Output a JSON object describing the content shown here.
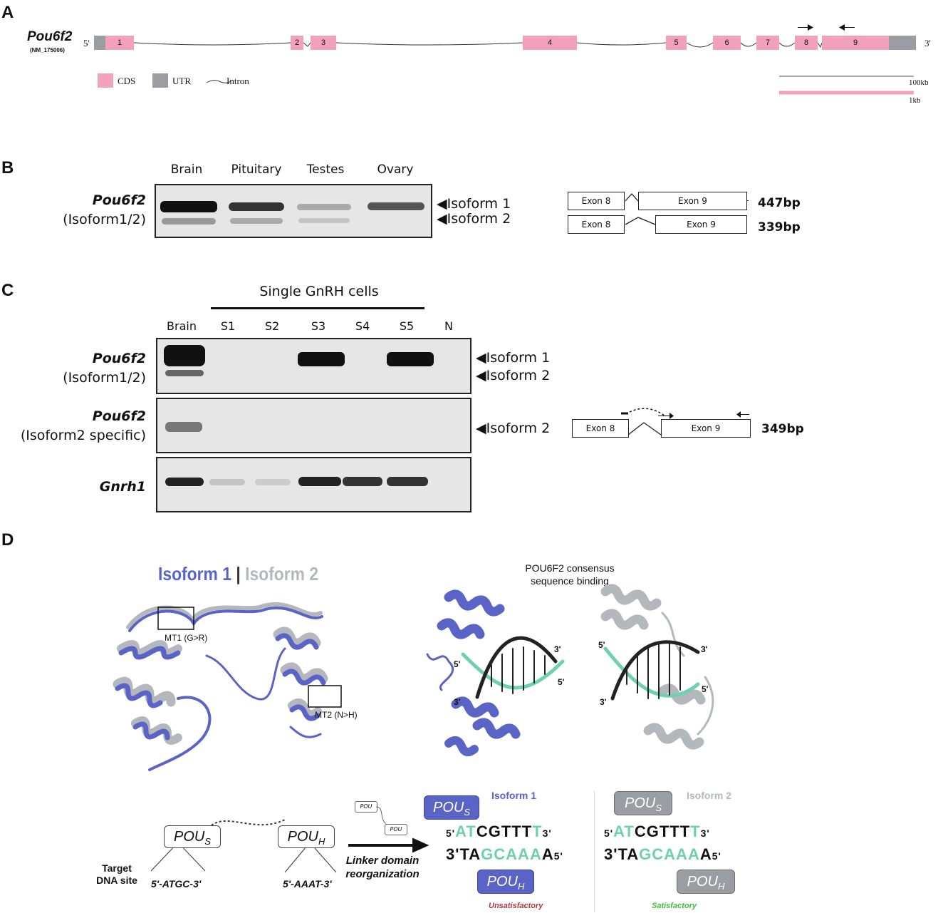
{
  "panels": {
    "a": "A",
    "b": "B",
    "c": "C",
    "d": "D"
  },
  "panel_a": {
    "gene": "Pou6f2",
    "accession": "(NM_175006)",
    "five_prime": "5'",
    "three_prime": "3'",
    "exons": [
      "1",
      "2",
      "3",
      "4",
      "5",
      "6",
      "7",
      "8",
      "9"
    ],
    "legend": {
      "cds": "CDS",
      "utr": "UTR",
      "intron": "Intron"
    },
    "scale_100kb": "100kb",
    "scale_1kb": "1kb",
    "colors": {
      "cds": "#f2a1bd",
      "utr": "#9a9ea2"
    }
  },
  "panel_b": {
    "lanes": [
      "Brain",
      "Pituitary",
      "Testes",
      "Ovary"
    ],
    "row_gene": "Pou6f2",
    "row_sub": "(Isoform1/2)",
    "isoform1": "Isoform 1",
    "isoform2": "Isoform 2",
    "exon8": "Exon 8",
    "exon9": "Exon 9",
    "bp1": "447bp",
    "bp2": "339bp"
  },
  "panel_c": {
    "group_title": "Single GnRH cells",
    "lanes": [
      "Brain",
      "S1",
      "S2",
      "S3",
      "S4",
      "S5",
      "N"
    ],
    "row1_gene": "Pou6f2",
    "row1_sub": "(Isoform1/2)",
    "row2_gene": "Pou6f2",
    "row2_sub": "(Isoform2 specific)",
    "row3_gene": "Gnrh1",
    "isoform1": "Isoform 1",
    "isoform2": "Isoform 2",
    "isoform2_specific": "Isoform 2",
    "exon8": "Exon 8",
    "exon9": "Exon 9",
    "bp": "349bp"
  },
  "panel_d": {
    "legend_iso1": "Isoform 1",
    "legend_sep": "|",
    "legend_iso2": "Isoform 2",
    "mt1": "MT1 (G>R)",
    "mt2": "MT2 (N>H)",
    "consensus": "POU6F2 consensus sequence binding",
    "dna_5": "5'",
    "dna_3": "3'",
    "pou_s_base": "POU",
    "pou_s_sub": "S",
    "pou_h_base": "POU",
    "pou_h_sub": "H",
    "target_line1": "Target",
    "target_line2": "DNA site",
    "site_s": "5'-ATGC-3'",
    "site_h": "5'-AAAT-3'",
    "linker_line1": "Linker domain",
    "linker_line2": "reorganization",
    "iso1_title": "Isoform 1",
    "iso2_title": "Isoform 2",
    "top_seq_prefix": "5'",
    "top_seq_green1": "AT",
    "top_seq_mid": "CGTTT",
    "top_seq_green2": "T",
    "top_seq_suffix": "3'",
    "bot_seq_prefix": "3'TA",
    "bot_seq_green": "GCAAA",
    "bot_seq_mid": "A",
    "bot_seq_suffix": "5'",
    "verdict1": "Unsatisfactory",
    "verdict2": "Satisfactory",
    "colors": {
      "iso1": "#5a63c6",
      "iso2": "#b4b8bc",
      "dna_green": "#6fd0b0",
      "verdict1": "#b03a3a",
      "verdict2": "#3fbf3f"
    }
  }
}
